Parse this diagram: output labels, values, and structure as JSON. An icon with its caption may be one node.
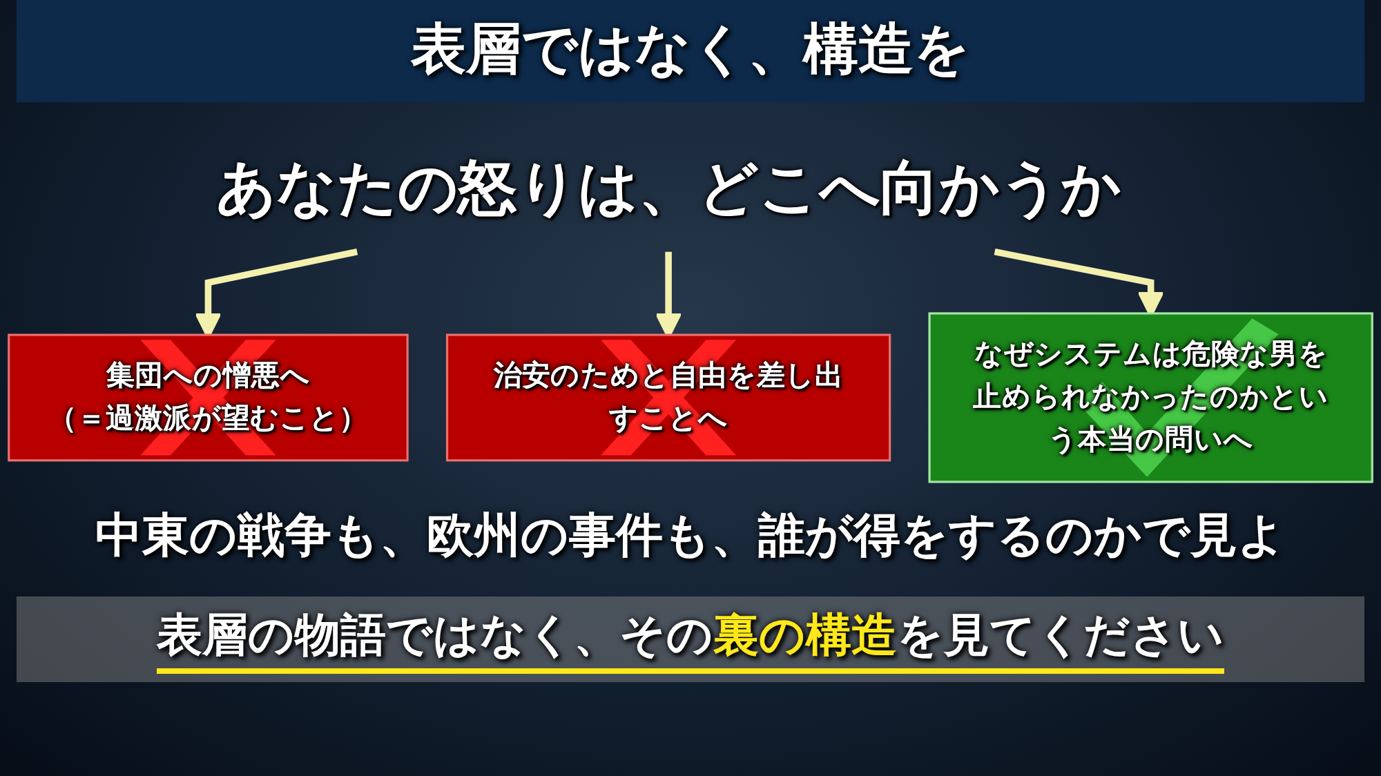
{
  "diagram": {
    "title": "表層ではなく、構造を",
    "nodes": [
      {
        "text": [
          "あなたの怒りは、どこへ向かうか"
        ]
      },
      {
        "text": [
          "集団への憎悪へ",
          "（＝過激派が望むこと）"
        ]
      },
      {
        "text": [
          "治安のためと自由を差し出すことへ"
        ]
      },
      {
        "text": [
          "なぜシステムは危険な男を止められなかったのかという本当の問いへ"
        ]
      }
    ],
    "edges": [
      {
        "from": 0,
        "to": 1,
        "arrow": "to"
      },
      {
        "from": 0,
        "to": 2,
        "arrow": "to"
      },
      {
        "from": 0,
        "to": 3,
        "arrow": "to"
      }
    ],
    "labels": [
      "中東の戦争も、欧州の事件も、誰が得をするのかで見よ",
      "表層の物語ではなく、その**裏の構造**を見てください"
    ]
  }
}
